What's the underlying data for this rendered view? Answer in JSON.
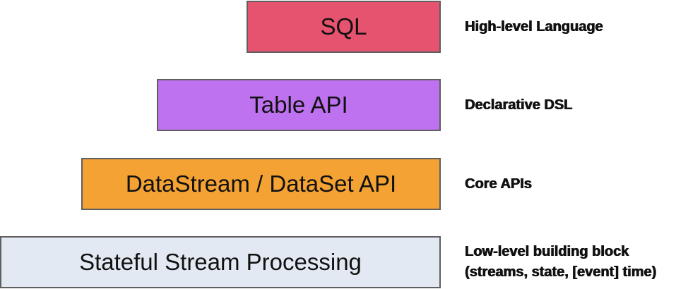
{
  "layers": [
    {
      "label": "SQL",
      "color": "#e6536e",
      "description": [
        "High-level Language"
      ]
    },
    {
      "label": "Table API",
      "color": "#bf72f0",
      "description": [
        "Declarative DSL"
      ]
    },
    {
      "label": "DataStream / DataSet API",
      "color": "#f4a233",
      "description": [
        "Core APIs"
      ]
    },
    {
      "label": "Stateful Stream Processing",
      "color": "#e3e9f2",
      "description": [
        "Low-level building block",
        "(streams, state, [event] time)"
      ]
    }
  ]
}
